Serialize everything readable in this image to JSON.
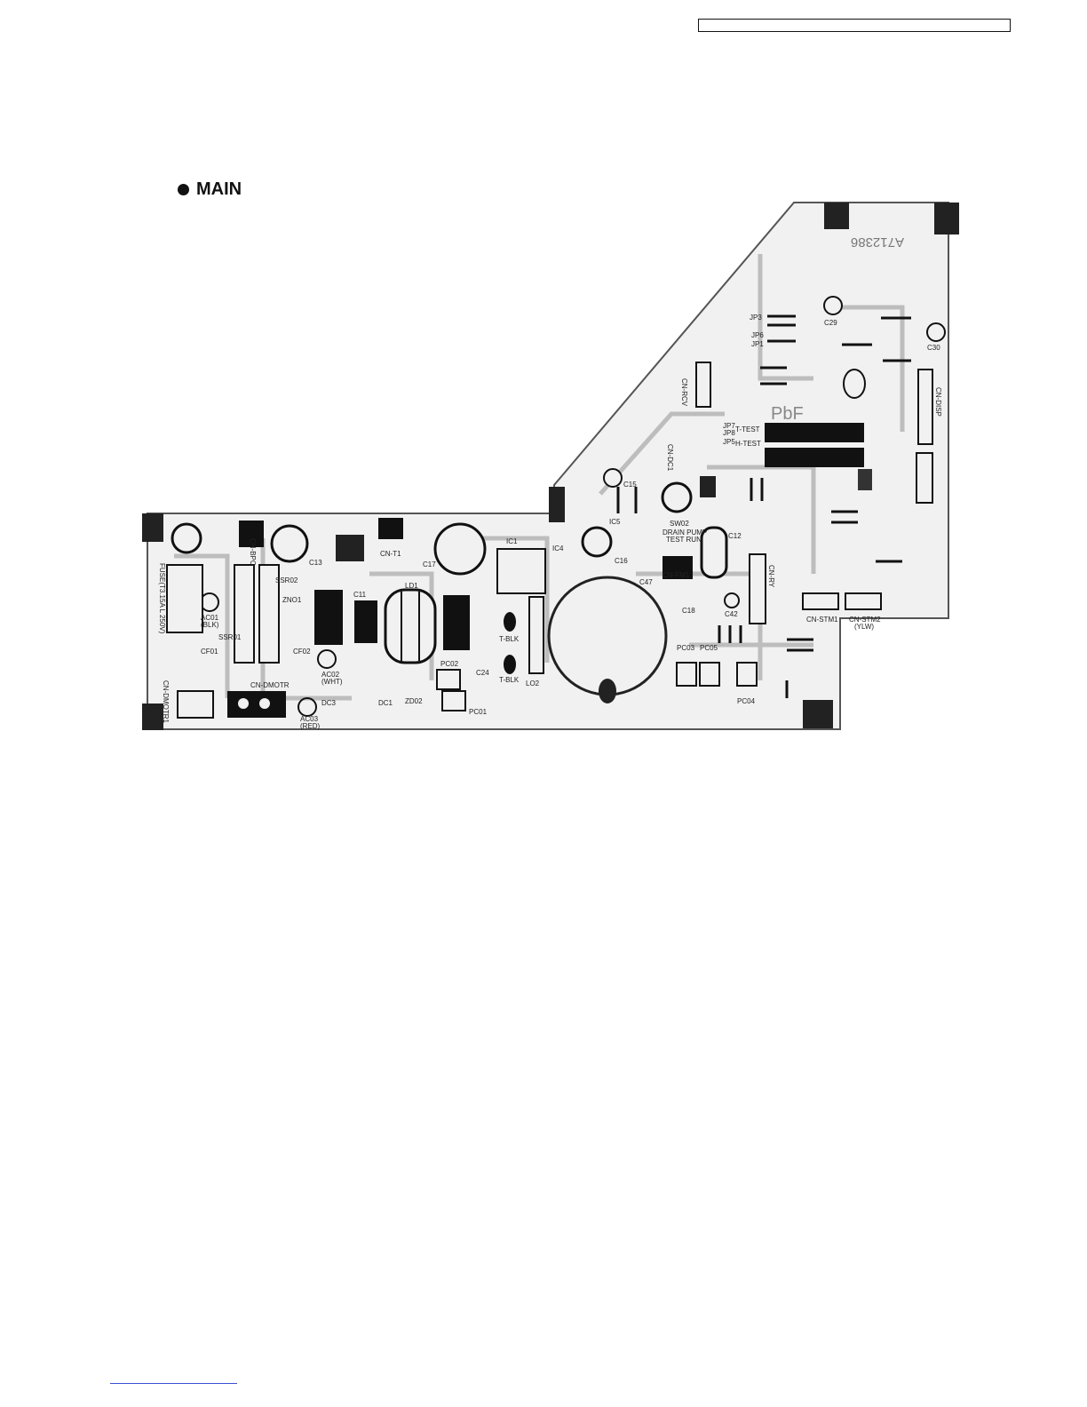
{
  "section": {
    "title": "MAIN"
  },
  "board": {
    "part_number": "A712386",
    "connectors_top": [
      "JP3",
      "JP6",
      "JP1",
      "JP7",
      "JP8",
      "JP5"
    ],
    "test_labels": [
      "T-TEST",
      "H-TEST"
    ],
    "connector_cnrcv": "CN-RCV",
    "marking_pbf": "PbF",
    "switch_label": "DRAIN PUMP",
    "switch_sub": "TEST RUN",
    "switch_id": "SW02",
    "ic_ic1": "IC1",
    "cap_c12": "C12",
    "cap_c15": "C15",
    "cap_c16": "C16",
    "cap_c17": "C17",
    "cap_c13": "C13",
    "ic_ic4": "IC4",
    "reg_ic5": "IC5",
    "conn_cnt1": "CN-T1",
    "conn_cnbpo": "CN-BPO",
    "cap_c11": "C11",
    "lo1": "LD1",
    "tblk_1": "T-BLK",
    "tblk_2": "T-BLK",
    "c24": "C24",
    "lo2": "LO2",
    "c47": "C47",
    "fuse": "FUSE(T3.15A L 250V)",
    "ac01": "AC01",
    "ac01_color": "(BLK)",
    "ac02": "AC02",
    "ac02_color": "(WHT)",
    "ac03": "AC03",
    "ac03_color": "(RED)",
    "ssr02": "SSR02",
    "zno1": "ZNO1",
    "cf01": "CF01",
    "cf02": "CF02",
    "ssr01": "SSR01",
    "cn_dmotr1": "CN-DMOTR1",
    "cn_dmotr": "CN-DMOTR",
    "pc01": "PC01",
    "pc02": "PC02",
    "pc03": "PC03",
    "pc04": "PC04",
    "pc05": "PC05",
    "dc3": "DC3",
    "dc1": "DC1",
    "zd02": "ZD02",
    "cn_stm1": "CN-STM1",
    "cn_stm2": "CN-STM2",
    "cn_stm2_color": "(YLW)",
    "cn_disp": "CN-DISP",
    "cn_rly": "CN-RY",
    "c18": "C18",
    "c42": "C42",
    "c29": "C29",
    "c30": "C30",
    "cn_fm1": "CN-FM1",
    "cn_dc1": "CN-DC1"
  }
}
